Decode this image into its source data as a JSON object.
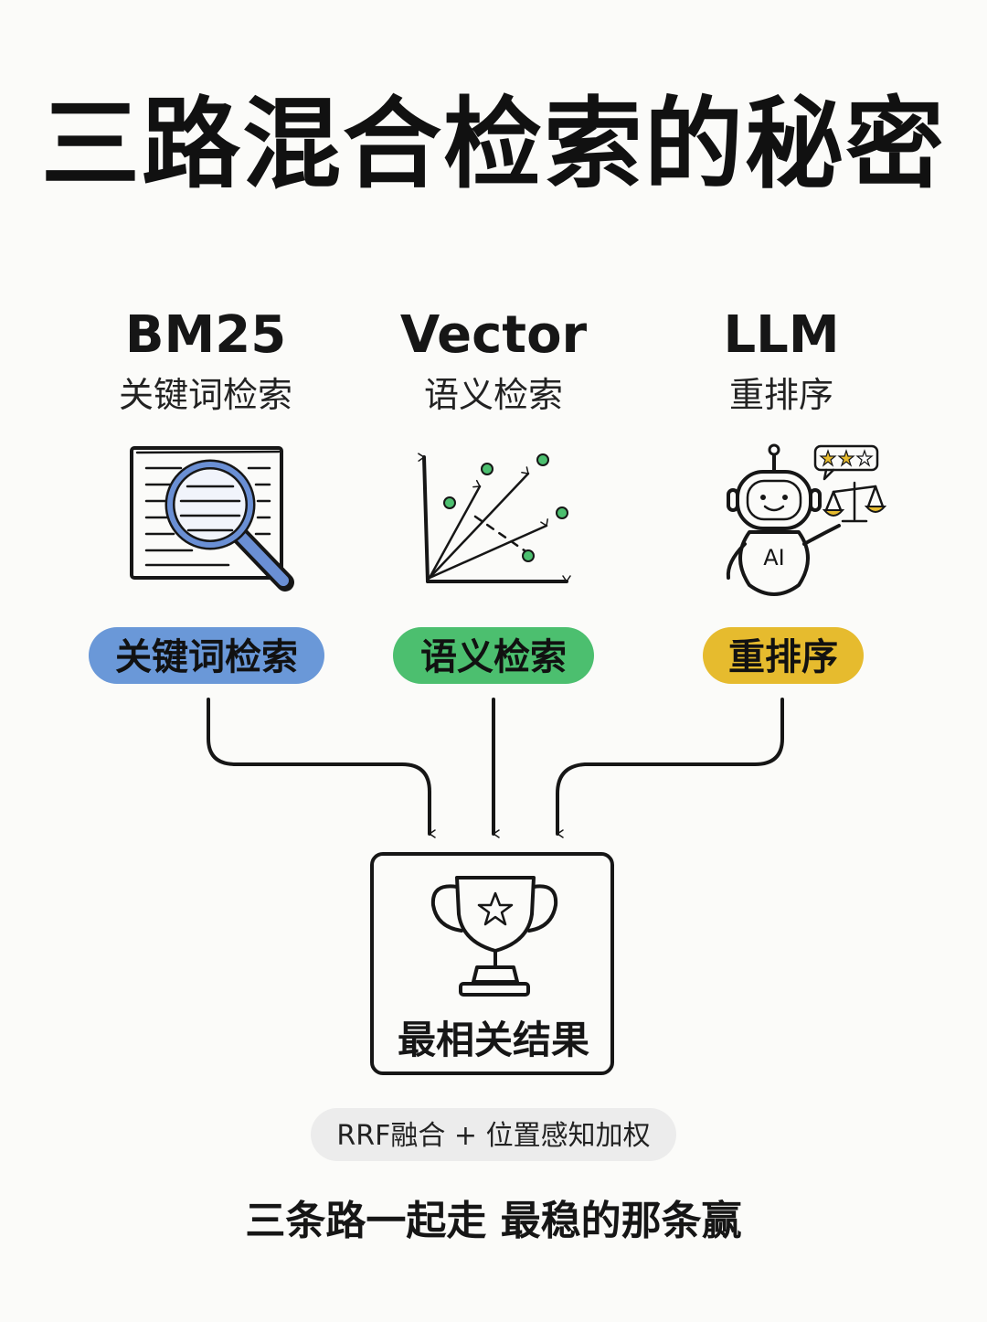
{
  "title": "三路混合检索的秘密",
  "columns": [
    {
      "heading": "BM25",
      "subtitle": "关键词检索",
      "pill": "关键词检索",
      "pill_color": "#6a98d8"
    },
    {
      "heading": "Vector",
      "subtitle": "语义检索",
      "pill": "语义检索",
      "pill_color": "#4cbf6f"
    },
    {
      "heading": "LLM",
      "subtitle": "重排序",
      "pill": "重排序",
      "pill_color": "#e6bb2e"
    }
  ],
  "robot_label": "AI",
  "result": {
    "label": "最相关结果"
  },
  "note": "RRF融合 + 位置感知加权",
  "footer": "三条路一起走 最稳的那条赢",
  "icons": {
    "bm25": "magnifier-document-icon",
    "vector": "vector-plot-icon",
    "llm": "robot-scale-icon",
    "result": "trophy-icon"
  },
  "colors": {
    "ink": "#161616",
    "background": "#fbfbf9",
    "magnifier": "#6a8fd4",
    "dots": "#4cbf6f",
    "gold": "#e6bb2e",
    "note_bg": "#ececec"
  }
}
